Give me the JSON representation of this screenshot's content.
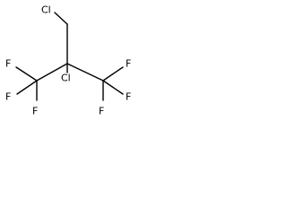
{
  "molecule": {
    "atoms": {
      "cl_top": "Cl",
      "cl_center": "Cl",
      "f_left_upper": "F",
      "f_left_lower": "F",
      "f_left_bottom": "F",
      "f_right_upper": "F",
      "f_right_lower": "F",
      "f_right_bottom": "F"
    }
  }
}
